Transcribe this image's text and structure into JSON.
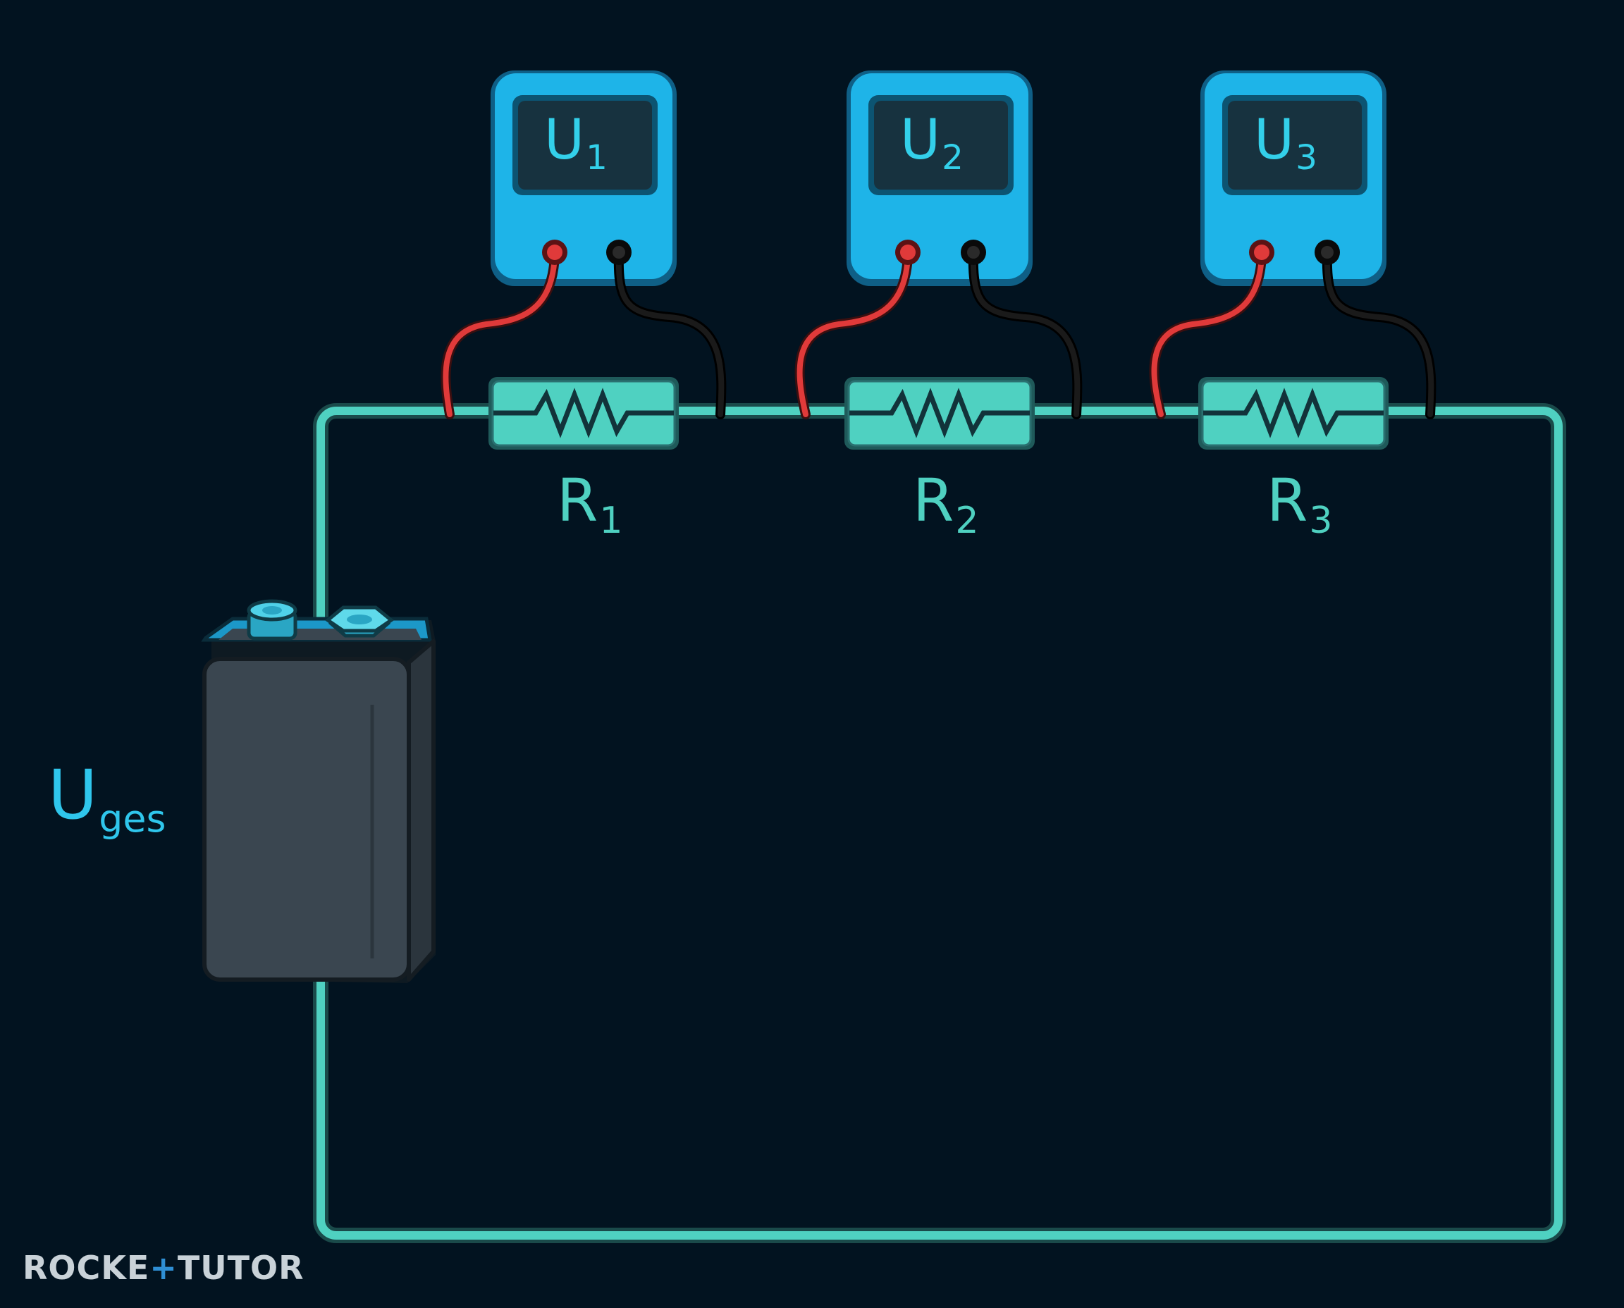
{
  "meters": [
    {
      "symbol": "U",
      "index": "1"
    },
    {
      "symbol": "U",
      "index": "2"
    },
    {
      "symbol": "U",
      "index": "3"
    }
  ],
  "resistors": [
    {
      "symbol": "R",
      "index": "1"
    },
    {
      "symbol": "R",
      "index": "2"
    },
    {
      "symbol": "R",
      "index": "3"
    }
  ],
  "battery": {
    "symbol": "U",
    "index": "ges"
  },
  "logo": {
    "part1": "ROCKE",
    "plus": "+",
    "part2": "TUTOR"
  },
  "colors": {
    "background": "#021320",
    "wire": "#4fd1c1",
    "meter_body": "#1eb4e8",
    "probe_positive": "#e03a3a",
    "probe_negative": "#111111",
    "battery": "#3a4650"
  }
}
